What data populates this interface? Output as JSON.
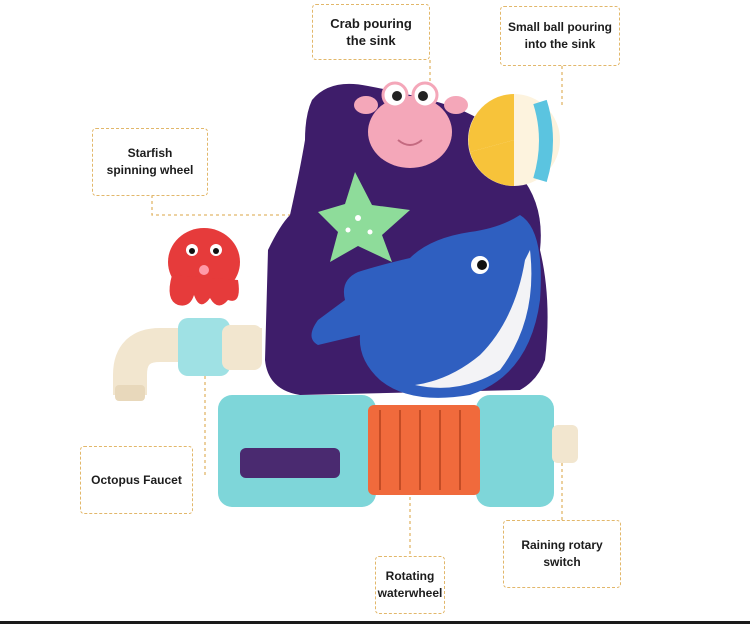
{
  "callouts": {
    "crab": {
      "line1": "Crab pouring",
      "line2": "the sink"
    },
    "ball": {
      "line1": "Small ball pouring",
      "line2": "into the sink"
    },
    "starfish": {
      "line1": "Starfish",
      "line2": "spinning wheel"
    },
    "octopus": {
      "line1": "Octopus Faucet"
    },
    "waterwheel": {
      "line1": "Rotating",
      "line2": "waterwheel"
    },
    "switch": {
      "line1": "Raining rotary",
      "line2": "switch"
    }
  },
  "colors": {
    "callout_border": "#e2b76a",
    "body_purple": "#3e1d6a",
    "base_teal": "#7ed6d9",
    "dolphin_blue": "#2f5fc0",
    "crab_pink": "#f4a7b9",
    "starfish_green": "#8edc9a",
    "octopus_red": "#e63b3b",
    "wheel_orange": "#f06a3c"
  }
}
